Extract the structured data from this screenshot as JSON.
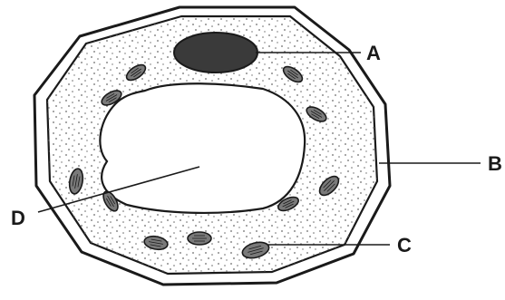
{
  "labels": {
    "a": "A",
    "b": "B",
    "c": "C",
    "d": "D"
  },
  "colors": {
    "ink": "#1a1a1a",
    "nucleus": "#3a3a3a",
    "cytoplasm": "#ffffff",
    "stipple": "#6a6a6a",
    "chloroplast_fill": "#7a7a7a"
  }
}
